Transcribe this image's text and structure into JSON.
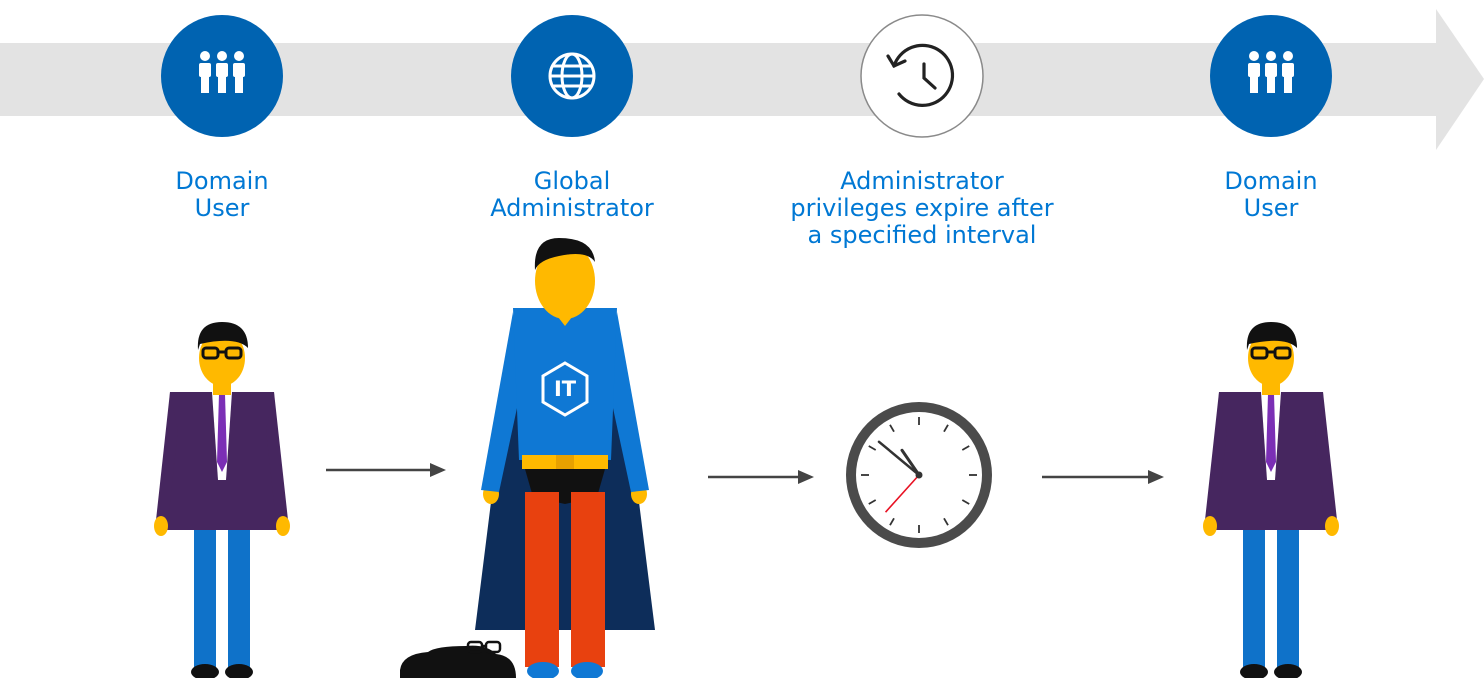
{
  "stages": [
    {
      "id": "domain-user-start",
      "icon": "people-icon",
      "label_lines": [
        "Domain",
        "User"
      ]
    },
    {
      "id": "global-admin",
      "icon": "globe-icon",
      "label_lines": [
        "Global",
        "Administrator"
      ]
    },
    {
      "id": "expiry",
      "icon": "history-clock-icon",
      "label_lines": [
        "Administrator",
        "privileges expire after",
        "a specified interval"
      ]
    },
    {
      "id": "domain-user-end",
      "icon": "people-icon",
      "label_lines": [
        "Domain",
        "User"
      ]
    }
  ],
  "hero_badge": "IT",
  "colors": {
    "brand_blue": "#0063b1",
    "label_blue": "#0078d4",
    "timeline_gray": "#e3e3e3",
    "suit_purple": "#46265f",
    "skin": "#ffb900",
    "cape_navy": "#0d2d5a",
    "hero_shirt": "#0f78d4",
    "hero_pants": "#e8410f",
    "clock_rim": "#4b4b4b",
    "second_hand": "#e81123"
  },
  "clock": {
    "hour": 10,
    "minute": 51,
    "second": 37
  }
}
